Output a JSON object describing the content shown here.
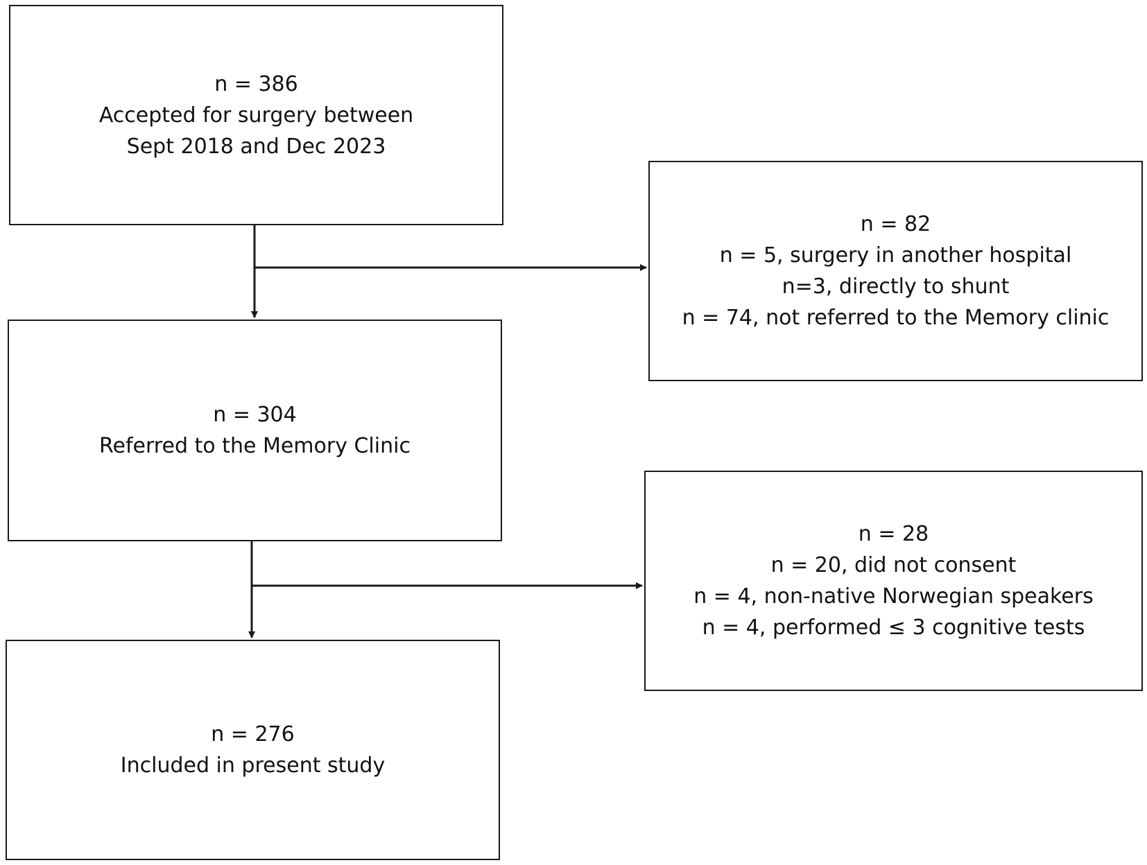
{
  "boxes": {
    "accepted": {
      "lines": [
        "n = 386",
        "Accepted for surgery between",
        "Sept 2018 and Dec 2023"
      ]
    },
    "excluded_first": {
      "lines": [
        "n = 82",
        "n = 5, surgery in another hospital",
        "n=3, directly to shunt",
        "n = 74, not referred to the Memory clinic"
      ]
    },
    "referred": {
      "lines": [
        "n = 304",
        "Referred to the Memory Clinic"
      ]
    },
    "excluded_second": {
      "lines": [
        "n = 28",
        "n = 20, did not consent",
        "n = 4, non-native Norwegian speakers",
        "n = 4, performed ≤ 3 cognitive tests"
      ]
    },
    "included": {
      "lines": [
        "n = 276",
        "Included in present study"
      ]
    }
  }
}
